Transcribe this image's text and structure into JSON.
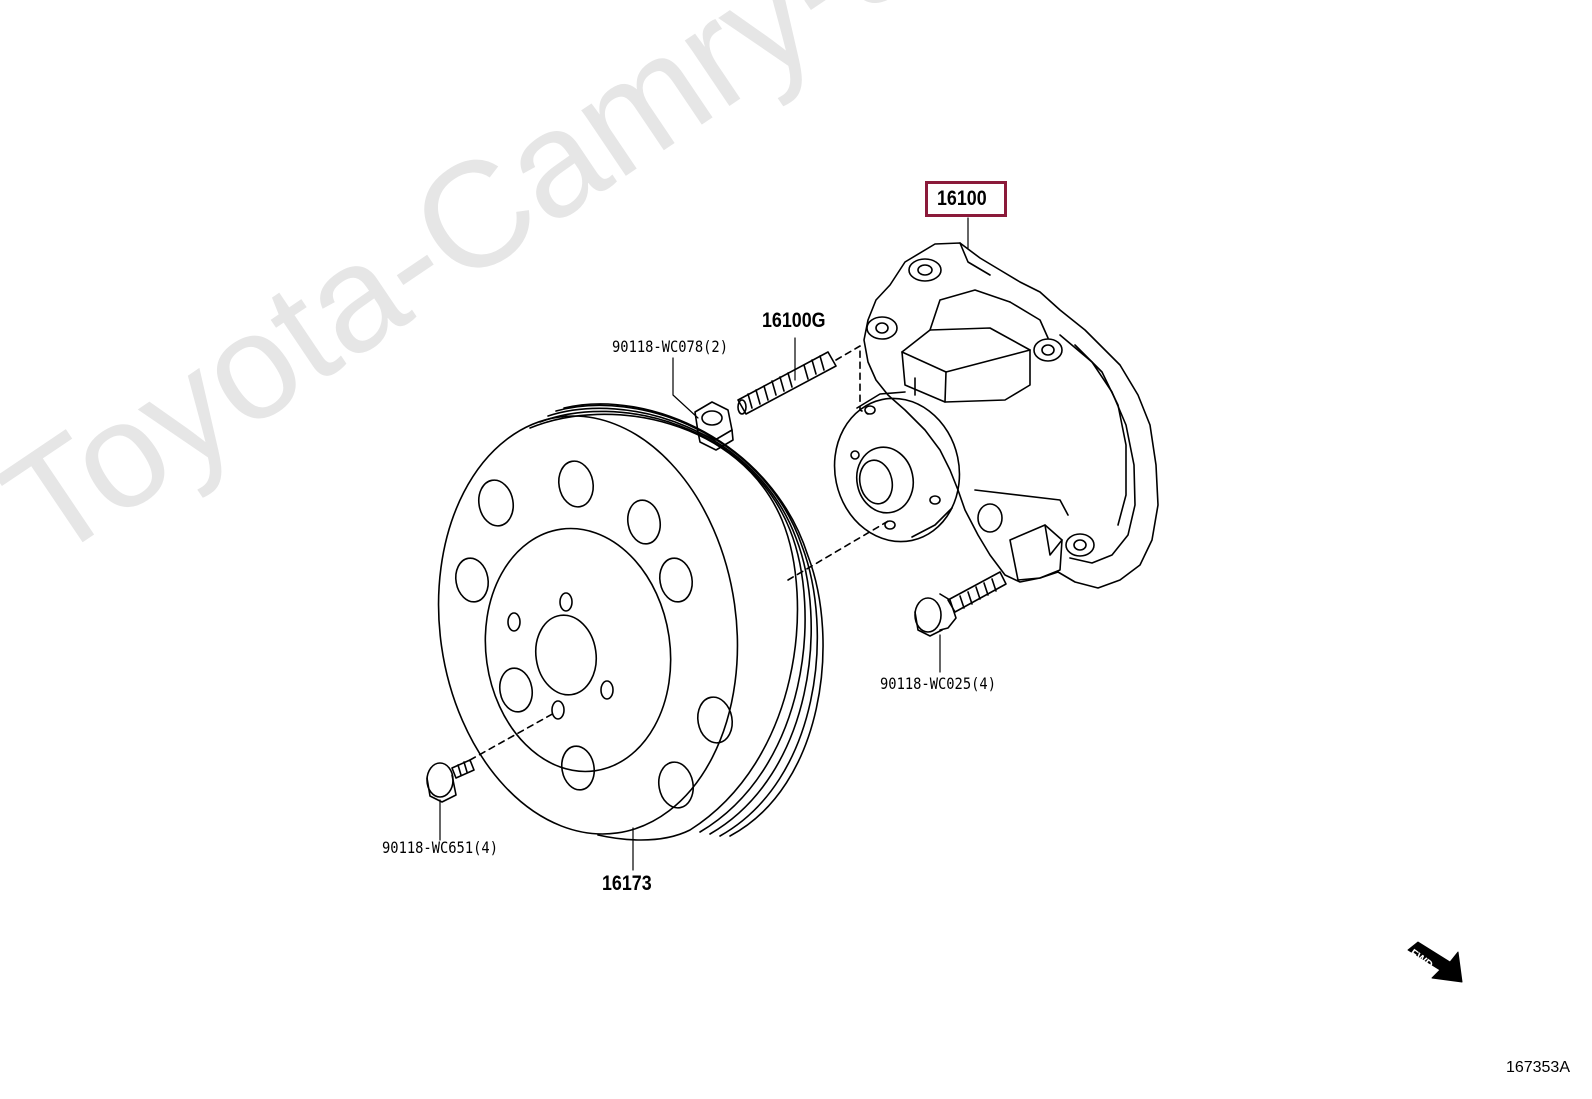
{
  "watermark": "Toyota-Camry-shine.ru",
  "diagram_id": "167353A",
  "fwd_label": "FWD",
  "highlight_color": "#8b1a3a",
  "line_color": "#000000",
  "parts": {
    "water_pump": "16100",
    "stud": "16100G",
    "nut": "90118-WC078(2)",
    "pump_bolt": "90118-WC025(4)",
    "pulley": "16173",
    "pulley_bolt": "90118-WC651(4)"
  }
}
